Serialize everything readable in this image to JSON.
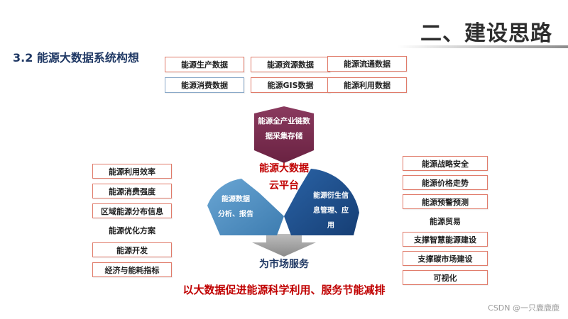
{
  "header": {
    "section_title": "二、建设思路",
    "subtitle": "3.2 能源大数据系统构想"
  },
  "top_boxes": [
    "能源生产数据",
    "能源资源数据",
    "能源流通数据",
    "能源消费数据",
    "能源GIS数据",
    "能源利用数据"
  ],
  "left_items": [
    "能源利用效率",
    "能源消费强度",
    "区域能源分布信息",
    "能源优化方案",
    "能源开发",
    "经济与能耗指标"
  ],
  "right_items": [
    "能源战略安全",
    "能源价格走势",
    "能源预警预测",
    "能源贸易",
    "支撑智慧能源建设",
    "支撑碳市场建设",
    "可视化"
  ],
  "diagram": {
    "top_block": [
      "能源全产业链数",
      "据采集存储"
    ],
    "left_block": [
      "能源数据",
      "分析、报告"
    ],
    "right_block": [
      "能源衍生信",
      "息管理、应",
      "用"
    ],
    "center": [
      "能源大数据",
      "云平台"
    ],
    "colors": {
      "top": "#7a2a4e",
      "left": "#4f8fc0",
      "right": "#1e4f8f",
      "center_text": "#c00000",
      "arrow": "#9a9a9a"
    }
  },
  "bottom": {
    "caption": "为市场服务",
    "slogan": "以大数据促进能源科学利用、服务节能减排"
  },
  "watermark": "CSDN @一只鹿鹿鹿"
}
